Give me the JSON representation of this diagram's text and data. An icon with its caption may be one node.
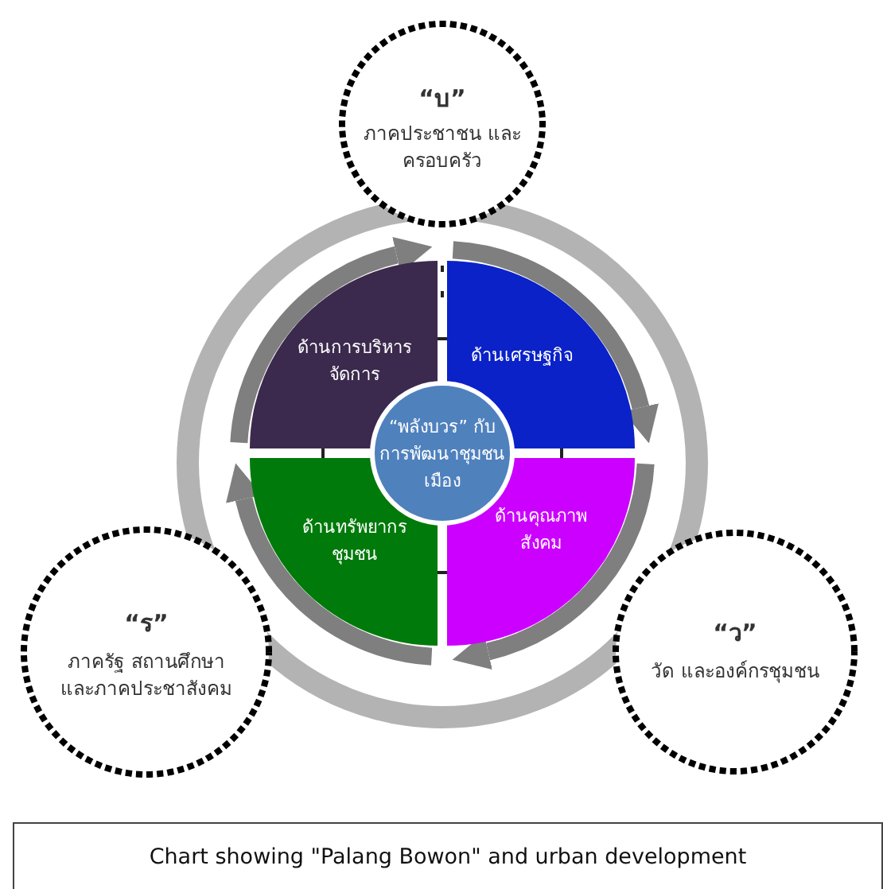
{
  "diagram": {
    "caption": "Chart showing \"Palang Bowon\" and urban development",
    "nodes": [
      {
        "text": [
          "“บ”",
          "ภาคประชาชน และ ครอบครัว"
        ]
      },
      {
        "text": [
          "ด้านการบริหารจัดการ"
        ]
      },
      {
        "text": [
          "ด้านเศรษฐกิจ"
        ]
      },
      {
        "text": [
          "“พลังบวร” กับการพัฒนาชุมชนเมือง"
        ]
      },
      {
        "text": [
          "“ร”",
          "ภาครัฐ สถานศึกษา และภาคประชาสังคม"
        ]
      },
      {
        "text": [
          "ด้านทรัพยากรชุมชน"
        ]
      },
      {
        "text": [
          "ด้านคุณภาพสังคม"
        ]
      },
      {
        "text": [
          "“ว”",
          "วัด และองค์กรชุมชน"
        ]
      }
    ],
    "edges": [
      {
        "from": 1,
        "to": 2,
        "arrow": "to"
      },
      {
        "from": 2,
        "to": 6,
        "arrow": "to"
      },
      {
        "from": 6,
        "to": 5,
        "arrow": "to"
      },
      {
        "from": 5,
        "to": 1,
        "arrow": "to"
      }
    ]
  }
}
